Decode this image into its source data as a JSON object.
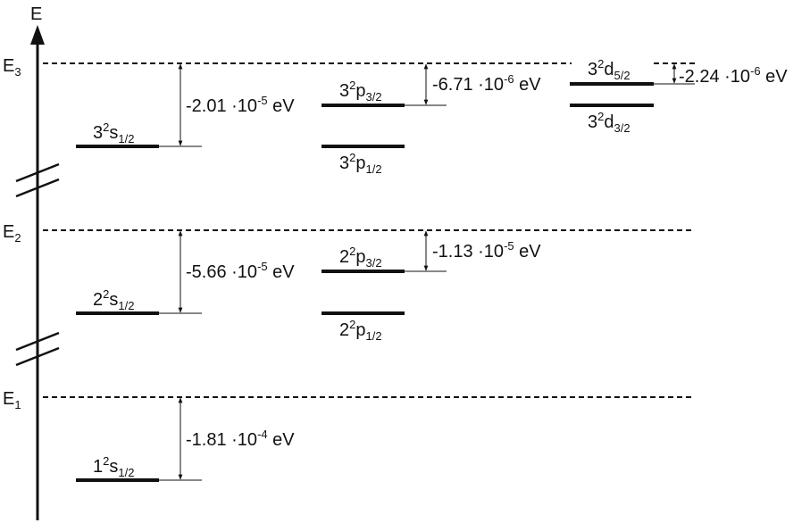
{
  "axis_label": "E",
  "energy_references": [
    {
      "main": "E",
      "sub": "3"
    },
    {
      "main": "E",
      "sub": "2"
    },
    {
      "main": "E",
      "sub": "1"
    }
  ],
  "levels": [
    {
      "n": "3",
      "sup": "2",
      "l": "s",
      "j": "1/2"
    },
    {
      "n": "3",
      "sup": "2",
      "l": "p",
      "j": "3/2"
    },
    {
      "n": "3",
      "sup": "2",
      "l": "p",
      "j": "1/2"
    },
    {
      "n": "3",
      "sup": "2",
      "l": "d",
      "j": "5/2"
    },
    {
      "n": "3",
      "sup": "2",
      "l": "d",
      "j": "3/2"
    },
    {
      "n": "2",
      "sup": "2",
      "l": "s",
      "j": "1/2"
    },
    {
      "n": "2",
      "sup": "2",
      "l": "p",
      "j": "3/2"
    },
    {
      "n": "2",
      "sup": "2",
      "l": "p",
      "j": "1/2"
    },
    {
      "n": "1",
      "sup": "2",
      "l": "s",
      "j": "1/2"
    }
  ],
  "shifts": [
    {
      "mant": "-2.01 ·10",
      "exp": "-5",
      "unit": " eV"
    },
    {
      "mant": "-6.71 ·10",
      "exp": "-6",
      "unit": " eV"
    },
    {
      "mant": "-2.24 ·10",
      "exp": "-6",
      "unit": " eV"
    },
    {
      "mant": "-5.66 ·10",
      "exp": "-5",
      "unit": " eV"
    },
    {
      "mant": "-1.13 ·10",
      "exp": "-5",
      "unit": " eV"
    },
    {
      "mant": "-1.81 ·10",
      "exp": "-4",
      "unit": " eV"
    }
  ]
}
